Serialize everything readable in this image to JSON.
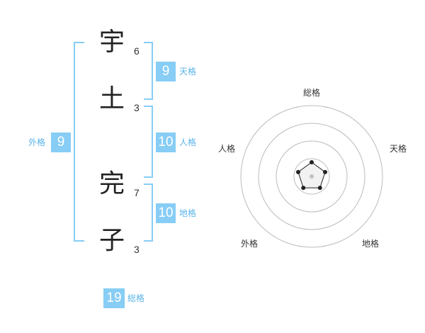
{
  "name_chars": [
    {
      "char": "宇",
      "strokes": "6"
    },
    {
      "char": "土",
      "strokes": "3"
    },
    {
      "char": "完",
      "strokes": "7"
    },
    {
      "char": "子",
      "strokes": "3"
    }
  ],
  "fortunes": {
    "tenkaku": {
      "value": "9",
      "label": "天格"
    },
    "jinkaku": {
      "value": "10",
      "label": "人格"
    },
    "chikaku": {
      "value": "10",
      "label": "地格"
    },
    "gaikaku": {
      "value": "9",
      "label": "外格"
    },
    "soukaku": {
      "value": "19",
      "label": "総格"
    }
  },
  "radar": {
    "axes": [
      "総格",
      "天格",
      "地格",
      "外格",
      "人格"
    ],
    "levels": 4,
    "values": [
      1,
      1,
      1,
      1,
      1
    ],
    "max": 5
  },
  "colors": {
    "accent": "#87cdf5",
    "label": "#5ab4e8",
    "bracket": "#87cdf5"
  }
}
